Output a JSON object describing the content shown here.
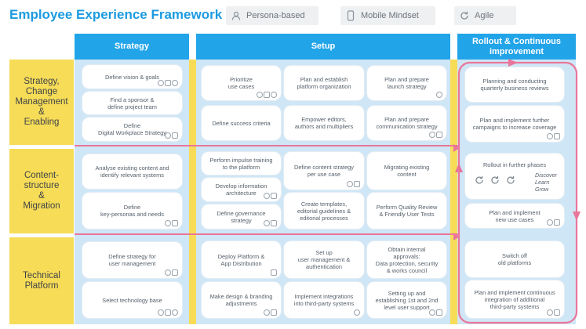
{
  "header": {
    "title": "Employee Experience Framework",
    "legend": [
      {
        "label": "Persona-based",
        "icon": "person-icon"
      },
      {
        "label": "Mobile Mindset",
        "icon": "mobile-icon"
      },
      {
        "label": "Agile",
        "icon": "cycle-icon"
      }
    ]
  },
  "columns": {
    "strategy": "Strategy",
    "setup": "Setup",
    "rollout": "Rollout & Continuous\nimprovement"
  },
  "rows": {
    "r1": "Strategy,\nChange\nManagement\n&\nEnabling",
    "r2": "Content-\nstructure\n&\nMigration",
    "r3": "Technical\nPlatform"
  },
  "cards": {
    "s1": "Define vision & goals",
    "s2": "Find a sponsor &\ndefine project team",
    "s3": "Define\nDigital Workplace Strategy",
    "s4": "Analyse existing content and\nidentify relevant systems",
    "s5": "Define\nkey-personas and needs",
    "s6": "Define strategy for\nuser management",
    "s7": "Select technology base",
    "u1": "Prioritize\nuse cases",
    "u2": "Plan and establish\nplatform organization",
    "u3": "Plan and prepare\nlaunch strategy",
    "u4": "Define success criteria",
    "u5": "Empower editors,\nauthors and multipliers",
    "u6": "Plan and prepare\ncommunication strategy",
    "u7": "Perform impulse training\nto the platform",
    "u8": "Develop information\narchitecture",
    "u9": "Define governance\nstrategy",
    "u10": "Define content strategy\nper use case",
    "u11": "Create templates,\neditorial guidelines &\neditorial processes",
    "u12": "Migrating existing\ncontent",
    "u13": "Perform Quality Review\n& Friendly User Tests",
    "u14": "Deploy Platform &\nApp Distribution",
    "u15": "Set up\nuser management &\nauthentication",
    "u16": "Obtain internal\napprovals:\nData protection, security\n& works council",
    "u17": "Make design & branding\nadjustments",
    "u18": "Implement integrations\ninto third-party systems",
    "u19": "Setting up and\nestablishing 1st and 2nd\nlevel user support",
    "r1": "Planning and conducting\nquarterly business reviews",
    "r2": "Plan and implement further\ncampaigns to increase coverage",
    "r3": "Rollout in further phases",
    "r3b": "Discover\nLearn\nGrow",
    "r4": "Plan and implement\nnew use cases",
    "r5": "Switch off\nold platforms",
    "r6": "Plan and implement continuous\nintegration of additional\nthird-party systems"
  },
  "colors": {
    "title": "#1c9be0",
    "column_header": "#22a4e9",
    "row_header": "#f7dc57",
    "panel": "#cfe6f6",
    "flow": "#e9769a"
  }
}
